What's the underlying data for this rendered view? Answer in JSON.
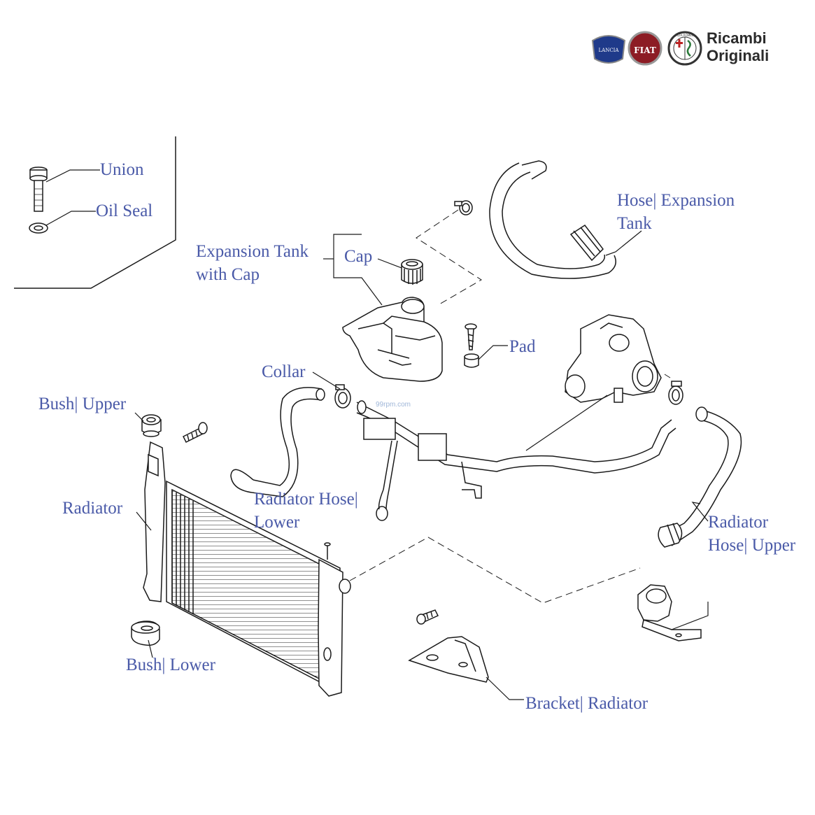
{
  "brand": {
    "logos": [
      "LANCIA",
      "FIAT",
      "ALFA ROMEO"
    ],
    "line1": "Ricambi",
    "line2": "Originali"
  },
  "watermark": "99rpm.com",
  "labels": {
    "union": "Union",
    "oil_seal": "Oil Seal",
    "expansion_tank_1": "Expansion Tank",
    "expansion_tank_2": "with Cap",
    "cap": "Cap",
    "hose_expansion_1": "Hose| Expansion",
    "hose_expansion_2": "Tank",
    "pad": "Pad",
    "collar": "Collar",
    "bush_upper": "Bush| Upper",
    "radiator": "Radiator",
    "radiator_hose_lower_1": "Radiator Hose|",
    "radiator_hose_lower_2": "Lower",
    "radiator_hose_upper_1": "Radiator",
    "radiator_hose_upper_2": "Hose| Upper",
    "bush_lower": "Bush| Lower",
    "bracket_radiator": "Bracket| Radiator"
  },
  "colors": {
    "label": "#4a5aa8",
    "line": "#1a1a1a"
  }
}
